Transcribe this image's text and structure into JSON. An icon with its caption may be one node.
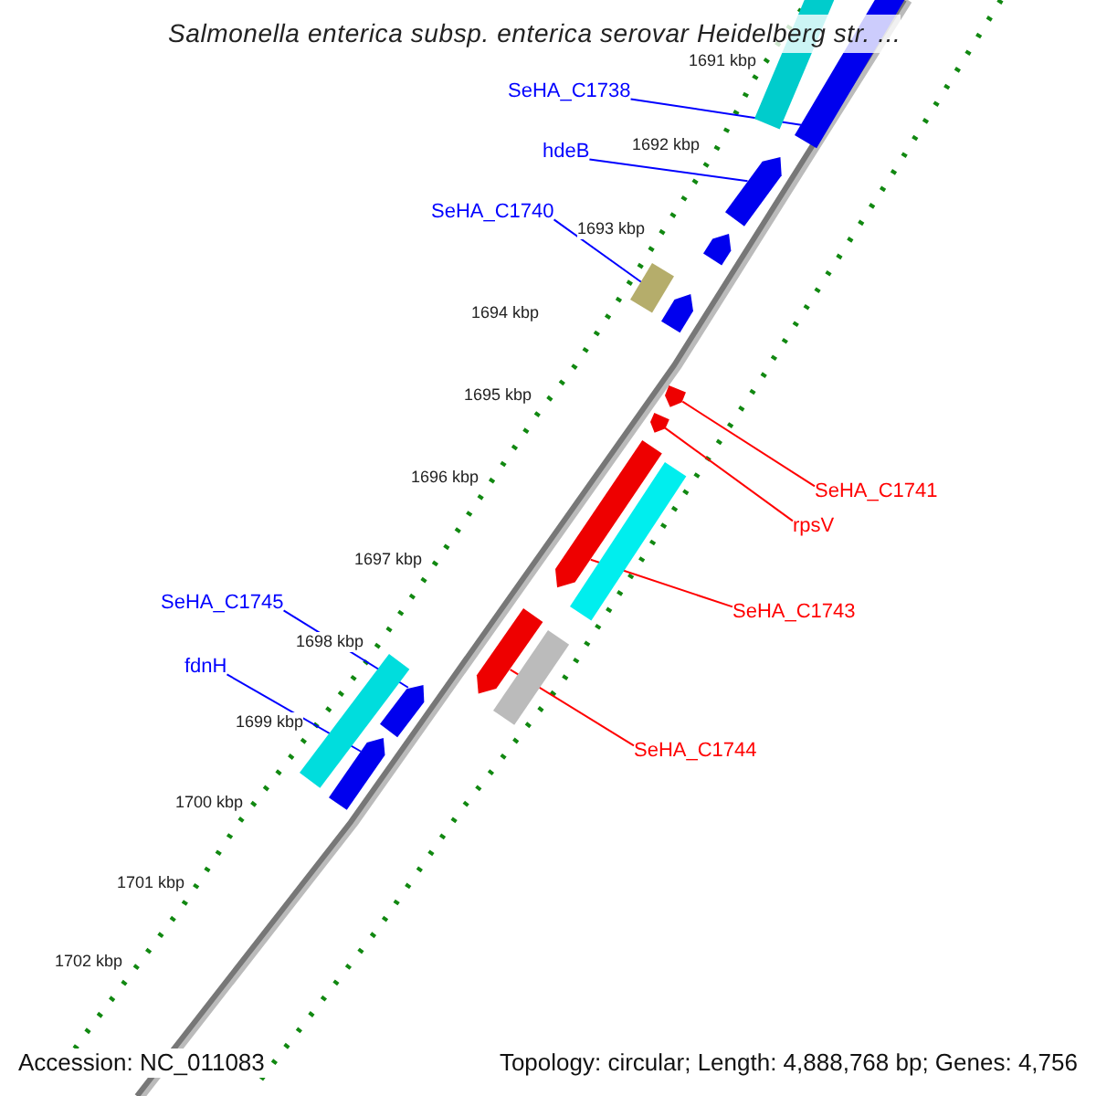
{
  "diagram": {
    "title": "Salmonella enterica subsp. enterica serovar Heidelberg str. ...",
    "nodes": [
      {
        "text": [],
        "shape": "bar"
      },
      {
        "text": [],
        "shape": "bar"
      },
      {
        "text": [],
        "shape": "bar"
      },
      {
        "text": [],
        "shape": "bar"
      },
      {
        "text": [],
        "shape": "bar"
      },
      {
        "text": [],
        "shape": "bar"
      },
      {
        "text": [],
        "shape": "bar"
      },
      {
        "text": [],
        "shape": "bar"
      },
      {
        "text": [],
        "shape": "bar"
      },
      {
        "text": [],
        "shape": "bar"
      },
      {
        "text": [],
        "shape": "bar"
      },
      {
        "text": [],
        "shape": "bar"
      },
      {
        "text": [],
        "shape": "bar"
      },
      {
        "text": [],
        "shape": "bar"
      },
      {
        "text": [],
        "shape": "bar"
      },
      {
        "text": [
          "SeHA_C1738"
        ]
      },
      {
        "text": [
          "hdeB"
        ]
      },
      {
        "text": [
          "SeHA_C1740"
        ]
      },
      {
        "text": [
          "SeHA_C1741"
        ]
      },
      {
        "text": [
          "rpsV"
        ]
      },
      {
        "text": [
          "SeHA_C1743"
        ]
      },
      {
        "text": [
          "SeHA_C1744"
        ]
      },
      {
        "text": [
          "SeHA_C1745"
        ]
      },
      {
        "text": [
          "fdnH"
        ]
      }
    ],
    "edges": [
      {
        "from": 15,
        "to": 1,
        "arrow": "none"
      },
      {
        "from": 16,
        "to": 2,
        "arrow": "none"
      },
      {
        "from": 17,
        "to": 4,
        "arrow": "none"
      },
      {
        "from": 18,
        "to": 6,
        "arrow": "none",
        "color": "#ff0000"
      },
      {
        "from": 19,
        "to": 7,
        "arrow": "none",
        "color": "#ff0000"
      },
      {
        "from": 20,
        "to": 8,
        "arrow": "none",
        "color": "#ff0000"
      },
      {
        "from": 21,
        "to": 10,
        "arrow": "none",
        "color": "#ff0000"
      },
      {
        "from": 22,
        "to": 13,
        "arrow": "none"
      },
      {
        "from": 23,
        "to": 14,
        "arrow": "none"
      }
    ],
    "labels": [
      "1691 kbp",
      "1692 kbp",
      "1693 kbp",
      "1694 kbp",
      "1695 kbp",
      "1696 kbp",
      "1697 kbp",
      "1698 kbp",
      "1699 kbp",
      "1700 kbp",
      "1701 kbp",
      "1702 kbp",
      "Accession: NC_011083",
      "Topology: circular; Length: 4,888,768 bp; Genes: 4,756"
    ]
  }
}
